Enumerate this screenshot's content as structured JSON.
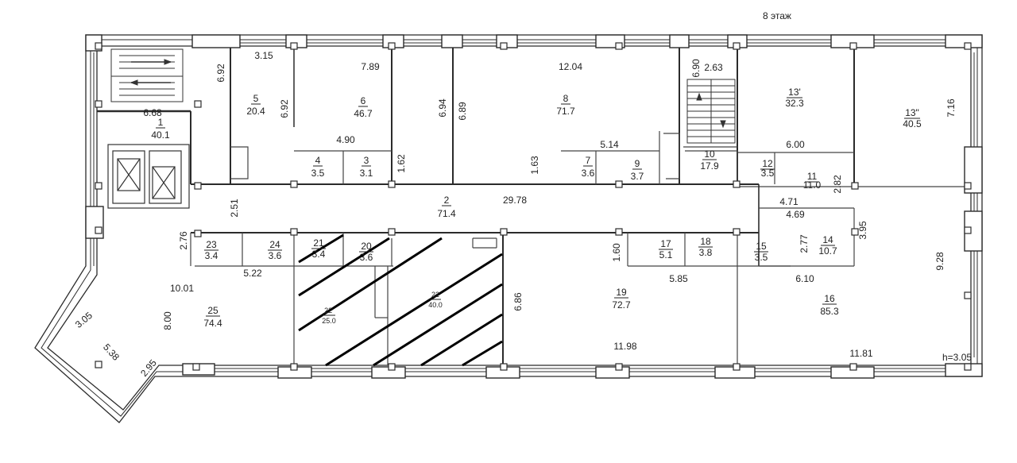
{
  "floor_label": "8 этаж",
  "ceiling_height": "h=3.05",
  "rooms": [
    {
      "id": "r1",
      "number": "1",
      "area": "40.1"
    },
    {
      "id": "r2",
      "number": "2",
      "area": "71.4"
    },
    {
      "id": "r3",
      "number": "3",
      "area": "3.1"
    },
    {
      "id": "r4",
      "number": "4",
      "area": "3.5"
    },
    {
      "id": "r5",
      "number": "5",
      "area": "20.4"
    },
    {
      "id": "r6",
      "number": "6",
      "area": "46.7"
    },
    {
      "id": "r7",
      "number": "7",
      "area": "3.6"
    },
    {
      "id": "r8",
      "number": "8",
      "area": "71.7"
    },
    {
      "id": "r9",
      "number": "9",
      "area": "3.7"
    },
    {
      "id": "r10",
      "number": "10",
      "area": "17.9"
    },
    {
      "id": "r11",
      "number": "11",
      "area": "11.0"
    },
    {
      "id": "r12",
      "number": "12",
      "area": "3.5"
    },
    {
      "id": "r13a",
      "number": "13'",
      "area": "32.3"
    },
    {
      "id": "r13b",
      "number": "13\"",
      "area": "40.5"
    },
    {
      "id": "r14",
      "number": "14",
      "area": "10.7"
    },
    {
      "id": "r15",
      "number": "15",
      "area": "3.5"
    },
    {
      "id": "r16",
      "number": "16",
      "area": "85.3"
    },
    {
      "id": "r17",
      "number": "17",
      "area": "5.1"
    },
    {
      "id": "r18",
      "number": "18",
      "area": "3.8"
    },
    {
      "id": "r19",
      "number": "19",
      "area": "72.7"
    },
    {
      "id": "r20",
      "number": "20",
      "area": "3.6"
    },
    {
      "id": "r21",
      "number": "21",
      "area": "3.4"
    },
    {
      "id": "r22a",
      "number": "22'",
      "area": "25.0"
    },
    {
      "id": "r22b",
      "number": "22",
      "area": "40.0"
    },
    {
      "id": "r23",
      "number": "23",
      "area": "3.4"
    },
    {
      "id": "r24",
      "number": "24",
      "area": "3.6"
    },
    {
      "id": "r25",
      "number": "25",
      "area": "74.4"
    }
  ],
  "dimensions": {
    "d1": "3.15",
    "d2": "6.92",
    "d3": "6.92",
    "d4": "7.89",
    "d5": "12.04",
    "d6": "6.90",
    "d7": "2.63",
    "d8": "6.68",
    "d9": "4.90",
    "d10": "1.62",
    "d11": "6.94",
    "d12": "6.89",
    "d13": "5.14",
    "d14": "1.63",
    "d15": "6.00",
    "d16": "7.16",
    "d17": "2.82",
    "d18": "4.71",
    "d19": "2.51",
    "d20": "29.78",
    "d21": "4.69",
    "d22": "3.95",
    "d23": "2.76",
    "d24": "1.60",
    "d25": "2.77",
    "d26": "5.22",
    "d27": "5.85",
    "d28": "6.10",
    "d29": "9.28",
    "d30": "10.01",
    "d31": "6.86",
    "d32": "8.00",
    "d33": "3.05",
    "d34": "5.38",
    "d35": "2.95",
    "d36": "11.98",
    "d37": "11.81"
  }
}
